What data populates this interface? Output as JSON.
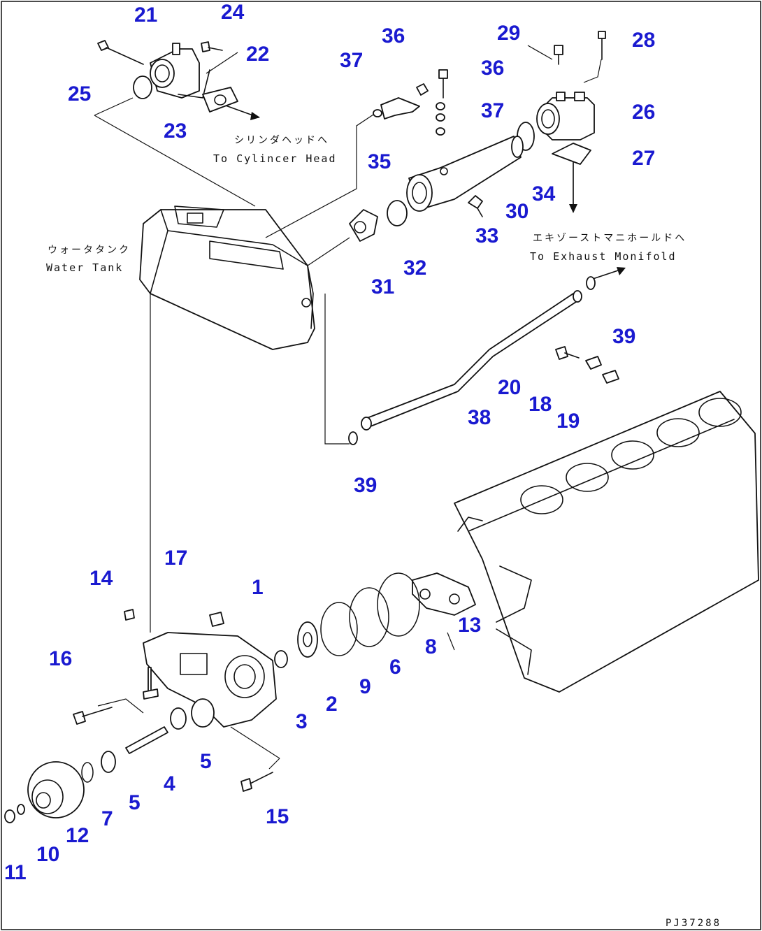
{
  "drawing_code": "PJ37288",
  "annotations": {
    "cylinder_head_jp": "シリンダヘッドへ",
    "cylinder_head_en": "To Cylincer Head",
    "exhaust_jp": "エキゾーストマニホールドへ",
    "exhaust_en": "To Exhaust Monifold",
    "water_tank_jp": "ウォータタンク",
    "water_tank_en": "Water Tank"
  },
  "callouts": [
    "1",
    "2",
    "3",
    "4",
    "5",
    "5",
    "6",
    "7",
    "8",
    "9",
    "10",
    "11",
    "12",
    "13",
    "14",
    "15",
    "16",
    "17",
    "18",
    "19",
    "20",
    "21",
    "22",
    "23",
    "24",
    "25",
    "26",
    "27",
    "28",
    "29",
    "30",
    "31",
    "32",
    "33",
    "34",
    "35",
    "36",
    "36",
    "37",
    "37",
    "38",
    "39",
    "39"
  ],
  "colors": {
    "callout": "#1a1ad0",
    "line": "#111111",
    "background": "#ffffff"
  }
}
